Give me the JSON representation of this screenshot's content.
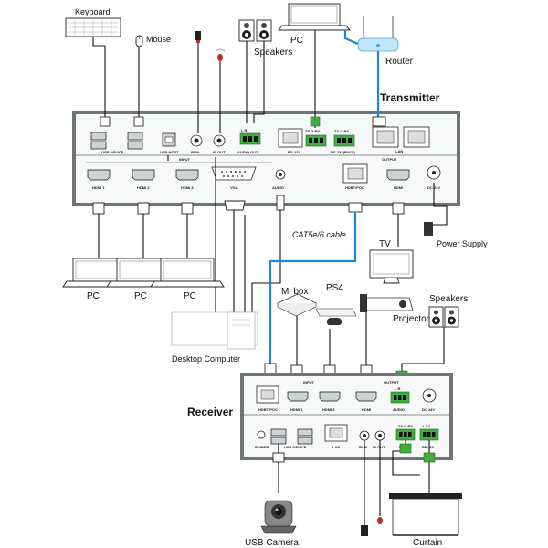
{
  "devices": {
    "keyboard": "Keyboard",
    "mouse": "Mouse",
    "speakers_top": "Speakers",
    "pc_top": "PC",
    "router": "Router",
    "transmitter": "Transmitter",
    "cable": "CAT5e/6 cable",
    "power_supply": "Power Supply",
    "tv": "TV",
    "pc_1": "PC",
    "pc_2": "PC",
    "pc_3": "PC",
    "mi_box": "Mi box",
    "ps4": "PS4",
    "projector": "Projector",
    "speakers_bottom": "Speakers",
    "desktop": "Desktop Computer",
    "receiver": "Receiver",
    "usb_camera": "USB Camera",
    "curtain": "Curtain"
  },
  "tx_ports": {
    "usb_device": "USB DEVICE",
    "usb_host": "USB HOST",
    "ir_in": "IR IN",
    "ir_out": "IR OUT",
    "audio_out": "AUDIO OUT",
    "lr": "L    R",
    "rs232": "RS-232",
    "rs232_pass": "RS-232(PASS)",
    "txgrx_1": "TX  G  RX",
    "txgrx_2": "TX  G  RX",
    "lan": "LAN",
    "output": "OUTPUT",
    "input": "INPUT",
    "hdmi1": "HDMI 1",
    "hdmi2": "HDMI 2",
    "hdmi3": "HDMI 3",
    "vga": "VGA",
    "audio": "AUDIO",
    "hdbt": "HDBT/POC",
    "hdmi_out": "HDMI",
    "dc": "DC 24V"
  },
  "rx_ports": {
    "hdbt": "HDBT/POC",
    "input": "INPUT",
    "hdmi1": "HDMI 1",
    "hdmi2": "HDMI 2",
    "hdmi_out": "HDMI",
    "output": "OUTPUT",
    "audio": "AUDIO",
    "lr": "L  R",
    "dc": "DC 24V",
    "power": "POWER",
    "usb_device": "USB DEVICE",
    "lan": "LAN",
    "ir_in": "IR IN",
    "ir_out": "IR OUT",
    "rs232": "RS-232",
    "relay": "RELAY",
    "txgrx": "TX G RX",
    "relay_pins": "1  2  3"
  }
}
